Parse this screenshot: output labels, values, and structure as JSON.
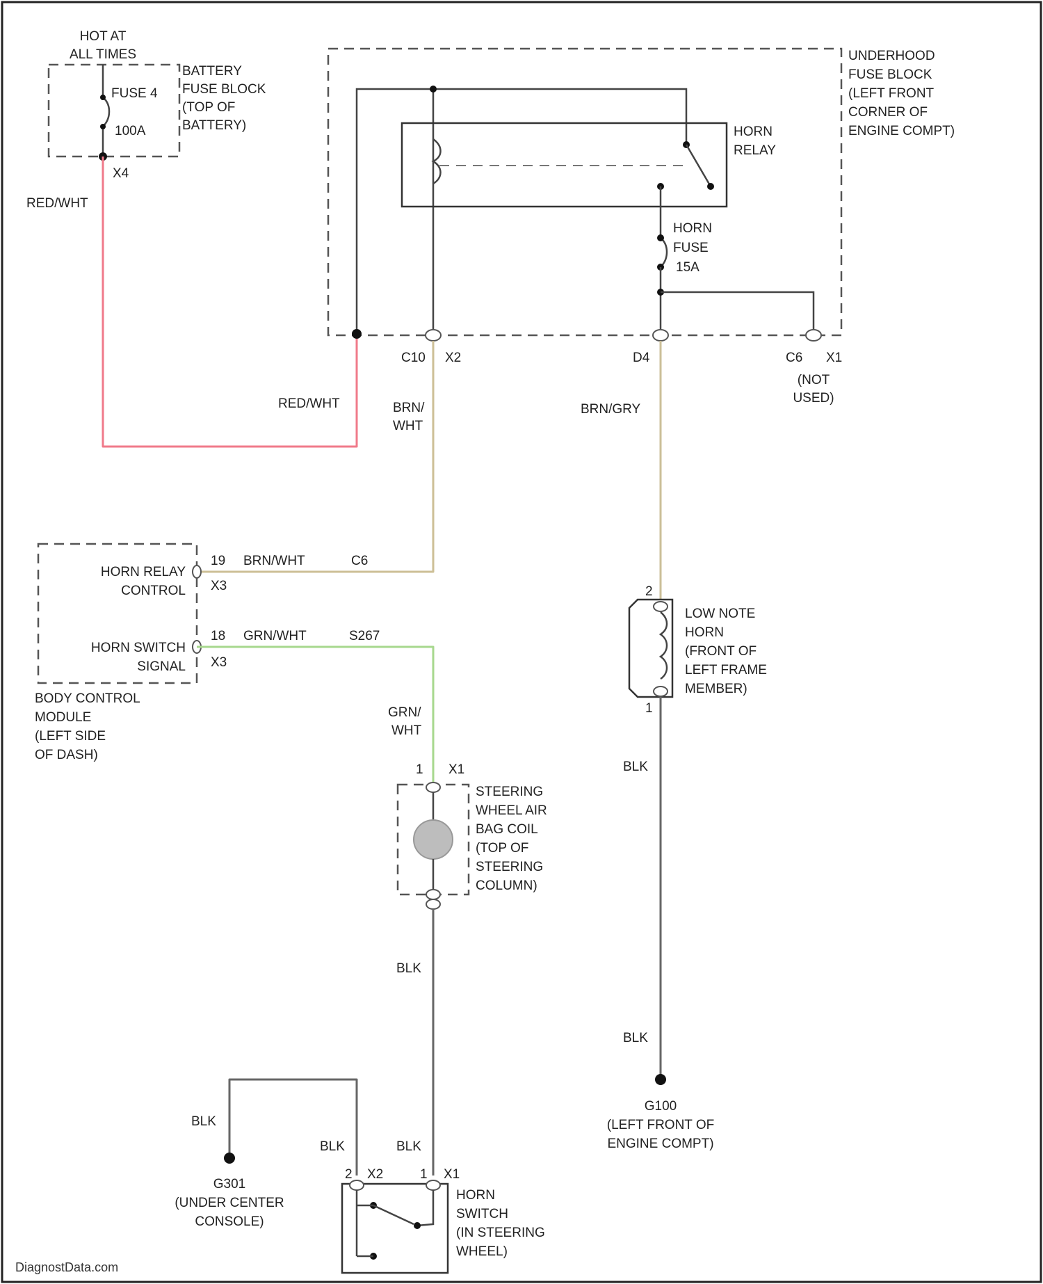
{
  "colors": {
    "red_white_wire": "#f07a8a",
    "brn_wht_wire": "#cdbf96",
    "brn_gry_wire": "#cbbf98",
    "grn_wht_wire": "#a7d88e",
    "blk_wire": "#666666",
    "frame": "#222222"
  },
  "battery": {
    "hot_label": [
      "HOT AT",
      "ALL TIMES"
    ],
    "fuse_label": "FUSE 4",
    "fuse_rating": "100A",
    "block_label": [
      "BATTERY",
      "FUSE BLOCK",
      "(TOP OF",
      "BATTERY)"
    ],
    "pin": "X4",
    "wire": "RED/WHT"
  },
  "underhood": {
    "block_label": [
      "UNDERHOOD",
      "FUSE BLOCK",
      "(LEFT FRONT",
      "CORNER OF",
      "ENGINE COMPT)"
    ],
    "relay_label": [
      "HORN",
      "RELAY"
    ],
    "fuse_label": [
      "HORN",
      "FUSE",
      "15A"
    ],
    "red_wire": "RED/WHT",
    "conn_a": "C10",
    "conn_a_pin": "X2",
    "conn_b": "D4",
    "conn_c": "C6",
    "conn_c_pin": "X1",
    "not_used": [
      "(NOT",
      "USED)"
    ],
    "brn_wht_wire": [
      "BRN/",
      "WHT"
    ],
    "brn_gry_wire": "BRN/GRY"
  },
  "bcm": {
    "label": [
      "BODY CONTROL",
      "MODULE",
      "(LEFT SIDE",
      "OF DASH)"
    ],
    "relay_ctrl": [
      "HORN RELAY",
      "CONTROL"
    ],
    "relay_pin": "19",
    "relay_wire": "BRN/WHT",
    "relay_splice": "C6",
    "relay_conn": "X3",
    "switch_signal": [
      "HORN SWITCH",
      "SIGNAL"
    ],
    "switch_pin": "18",
    "switch_wire": "GRN/WHT",
    "switch_splice": "S267",
    "switch_conn": "X3"
  },
  "steering": {
    "grn_wire": [
      "GRN/",
      "WHT"
    ],
    "pin": "1",
    "conn": "X1",
    "label": [
      "STEERING",
      "WHEEL AIR",
      "BAG COIL",
      "(TOP OF",
      "STEERING",
      "COLUMN)"
    ],
    "blk_wire": "BLK"
  },
  "horn": {
    "top_pin": "2",
    "bottom_pin": "1",
    "label": [
      "LOW NOTE",
      "HORN",
      "(FRONT OF",
      "LEFT FRAME",
      "MEMBER)"
    ],
    "blk_wire_1": "BLK",
    "blk_wire_2": "BLK"
  },
  "ground_g100": {
    "label": [
      "G100",
      "(LEFT FRONT OF",
      "ENGINE COMPT)"
    ]
  },
  "ground_g301": {
    "label": [
      "G301",
      "(UNDER CENTER",
      "CONSOLE)"
    ],
    "wire": "BLK"
  },
  "horn_switch": {
    "wire_left": "BLK",
    "wire_right": "BLK",
    "pin_left": "2",
    "conn_left": "X2",
    "pin_right": "1",
    "conn_right": "X1",
    "label": [
      "HORN",
      "SWITCH",
      "(IN STEERING",
      "WHEEL)"
    ]
  },
  "watermark": "DiagnostData.com"
}
